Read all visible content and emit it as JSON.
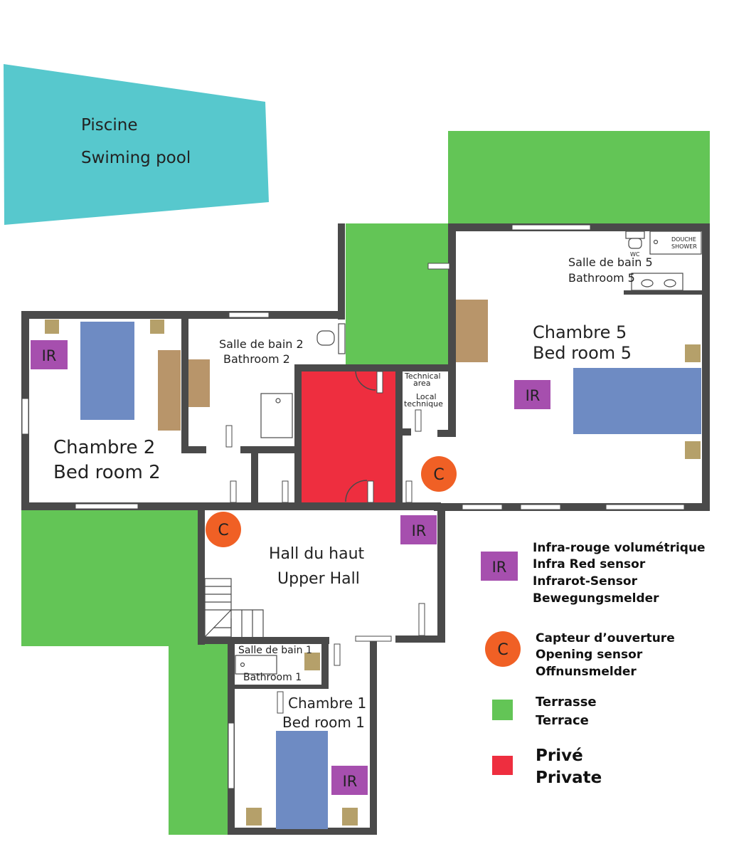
{
  "colors": {
    "wall": "#4a4a4a",
    "pool": "#57c8cd",
    "terrace": "#63c556",
    "private": "#ee2e3f",
    "bed": "#6e8bc3",
    "furniture": "#b8956a",
    "nightstand": "#b5a06a",
    "ir_sensor": "#a64fae",
    "opening_sensor": "#f06025"
  },
  "pool": {
    "line1": "Piscine",
    "line2": "Swiming pool"
  },
  "rooms": {
    "bedroom2": {
      "line1": "Chambre 2",
      "line2": "Bed room 2"
    },
    "bathroom2": {
      "line1": "Salle de bain 2",
      "line2": "Bathroom 2"
    },
    "technical": {
      "line1": "Technical",
      "line2": "area",
      "line3": "Local",
      "line4": "technique"
    },
    "bedroom5": {
      "line1": "Chambre 5",
      "line2": "Bed room 5"
    },
    "bathroom5": {
      "line1": "Salle de bain 5",
      "line2": "Bathroom 5",
      "wc": "WC",
      "douche": "DOUCHE",
      "shower": "SHOWER"
    },
    "hall": {
      "line1": "Hall du haut",
      "line2": "Upper Hall"
    },
    "bathroom1": {
      "line1": "Salle de bain 1",
      "line2": "Bathroom 1"
    },
    "bedroom1": {
      "line1": "Chambre 1",
      "line2": "Bed room 1"
    }
  },
  "sensors": {
    "ir": "IR",
    "opening": "C"
  },
  "legend": {
    "ir": {
      "badge": "IR",
      "lines": [
        "Infra-rouge volumétrique",
        "Infra Red sensor",
        "Infrarot-Sensor",
        "Bewegungsmelder"
      ]
    },
    "opening": {
      "badge": "C",
      "lines": [
        "Capteur d’ouverture",
        "Opening sensor",
        "Offnunsmelder"
      ]
    },
    "terrace": {
      "lines": [
        "Terrasse",
        "Terrace"
      ]
    },
    "private": {
      "lines": [
        "Privé",
        "Private"
      ]
    }
  }
}
